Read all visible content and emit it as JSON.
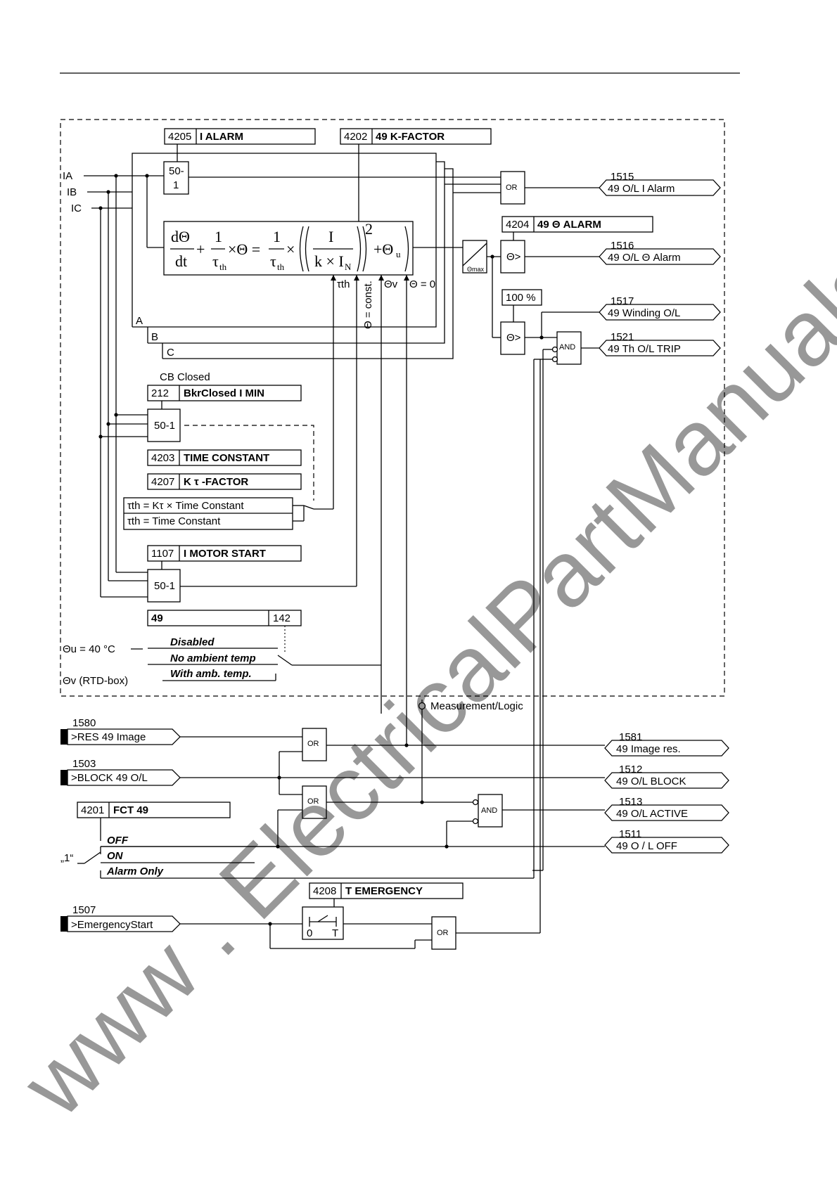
{
  "params": {
    "i_alarm": {
      "addr": "4205",
      "name": "I ALARM"
    },
    "k_factor": {
      "addr": "4202",
      "name": "49 K-FACTOR"
    },
    "theta_alarm": {
      "addr": "4204",
      "name": "49 Θ ALARM"
    },
    "bkr_closed": {
      "addr": "212",
      "name": "BkrClosed I MIN"
    },
    "time_constant": {
      "addr": "4203",
      "name": "TIME CONSTANT"
    },
    "k_tau_factor": {
      "addr": "4207",
      "name": "K τ -FACTOR"
    },
    "i_motor_start": {
      "addr": "1107",
      "name": "I MOTOR START"
    },
    "p49": {
      "name": "49",
      "addr": "142"
    },
    "fct49": {
      "addr": "4201",
      "name": "FCT 49"
    },
    "t_emergency": {
      "addr": "4208",
      "name": "T EMERGENCY"
    }
  },
  "inputs": {
    "ia": "IA",
    "ib": "IB",
    "ic": "IC"
  },
  "labels": {
    "cb_closed": "CB Closed",
    "phase_a": "A",
    "phase_b": "B",
    "phase_c": "C",
    "tau_th_k": "τth = Kτ × Time Constant",
    "tau_th": "τth = Time Constant",
    "tau_in": "τth",
    "theta_const": "Θ = const.",
    "theta_v": "Θv",
    "theta_zero": "Θ = 0",
    "theta_max": "Θmax",
    "hundred_pct": "100 %",
    "theta_u": "Θu = 40 °C",
    "theta_v_rtd": "Θv (RTD-box)",
    "measurement_logic": "Measurement/Logic",
    "one": "„1“",
    "zero_t": "0",
    "t_t": "T"
  },
  "elements": {
    "fifty_1a": "50-",
    "fifty_1b": "1",
    "fifty_1": "50-1",
    "theta_gt": "Θ>",
    "or": "OR",
    "and": "AND"
  },
  "equation": {
    "dtheta": "dΘ",
    "dt": "dt",
    "one": "1",
    "tau": "τ",
    "th": "th",
    "times_theta": "×Θ =",
    "I": "I",
    "k_in": "k × I",
    "N": "N",
    "sq": "2",
    "plus_theta": "+Θ",
    "u": "u",
    "plus": "+",
    "times": "×"
  },
  "ambient_options": [
    "Disabled",
    "No ambient temp",
    "With amb. temp."
  ],
  "fct_options": [
    "OFF",
    "ON",
    "Alarm Only"
  ],
  "inputs_binary": [
    {
      "num": "1580",
      "label": ">RES 49 Image"
    },
    {
      "num": "1503",
      "label": ">BLOCK 49 O/L"
    },
    {
      "num": "1507",
      "label": ">EmergencyStart"
    }
  ],
  "outputs": [
    {
      "num": "1515",
      "label": "49 O/L I Alarm"
    },
    {
      "num": "1516",
      "label": "49 O/L  Θ Alarm"
    },
    {
      "num": "1517",
      "label": "49 Winding O/L"
    },
    {
      "num": "1521",
      "label": "49 Th O/L TRIP"
    },
    {
      "num": "1581",
      "label": "49  Image res."
    },
    {
      "num": "1512",
      "label": "49 O/L BLOCK"
    },
    {
      "num": "1513",
      "label": "49 O/L ACTIVE"
    },
    {
      "num": "1511",
      "label": "49 O / L OFF"
    }
  ],
  "watermark": "www . ElectricalPartManuals . com"
}
